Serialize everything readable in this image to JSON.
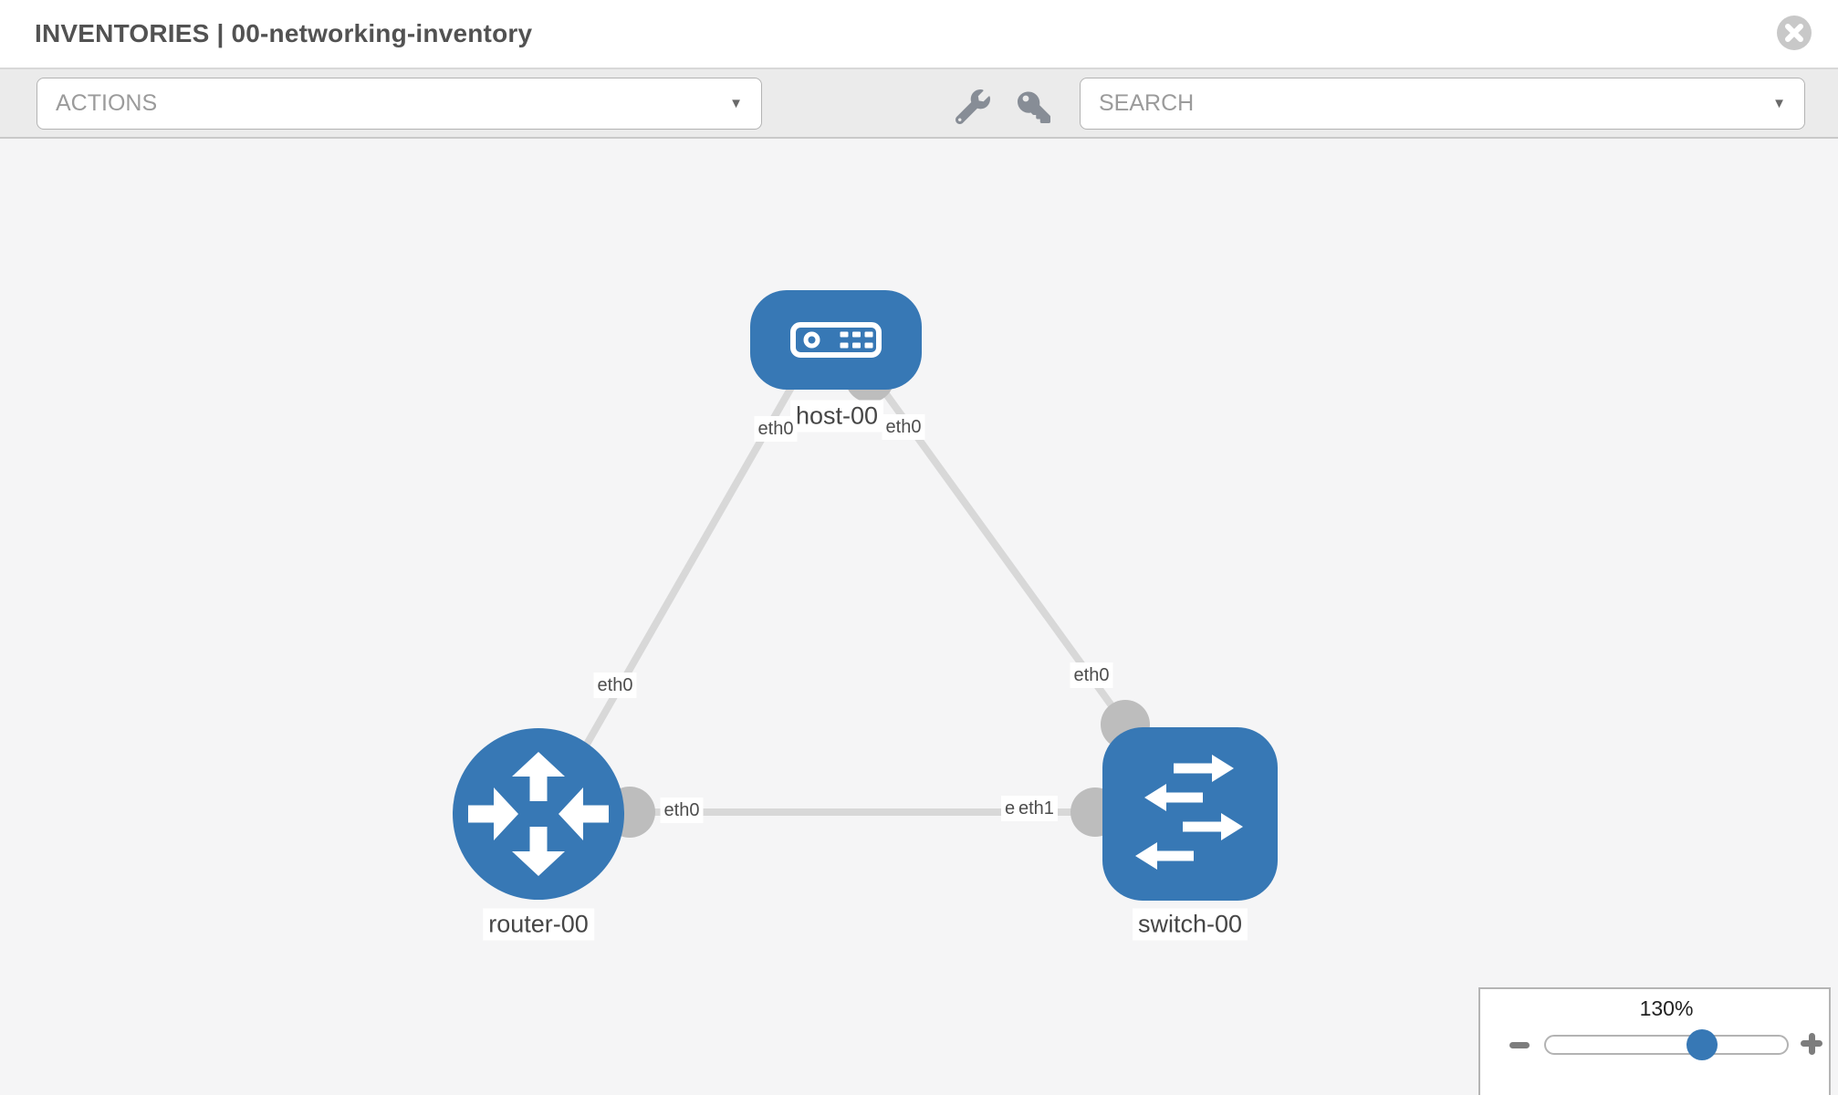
{
  "header": {
    "title": "INVENTORIES | 00-networking-inventory"
  },
  "toolbar": {
    "actions_label": "ACTIONS",
    "search_label": "SEARCH",
    "caret_glyph": "▼"
  },
  "topology": {
    "nodes": [
      {
        "label": "host-00",
        "type": "host"
      },
      {
        "label": "router-00",
        "type": "router"
      },
      {
        "label": "switch-00",
        "type": "switch"
      }
    ],
    "links": [
      {
        "from": "host-00",
        "from_iface": "eth0",
        "to": "router-00",
        "to_iface": "eth0"
      },
      {
        "from": "host-00",
        "from_iface": "eth0",
        "to": "switch-00",
        "to_iface": "eth0"
      },
      {
        "from": "router-00",
        "from_iface": "eth0",
        "to": "switch-00",
        "to_iface": "eth1",
        "to_iface_back": "eth0"
      }
    ]
  },
  "zoom_control": {
    "level": "130%"
  },
  "colors": {
    "node_blue": "#3778b5",
    "link_gray": "#d8d8d8",
    "connector_gray": "#bdbdbd",
    "toolbar_bg": "#ebebeb",
    "canvas_bg": "#f5f5f6"
  }
}
